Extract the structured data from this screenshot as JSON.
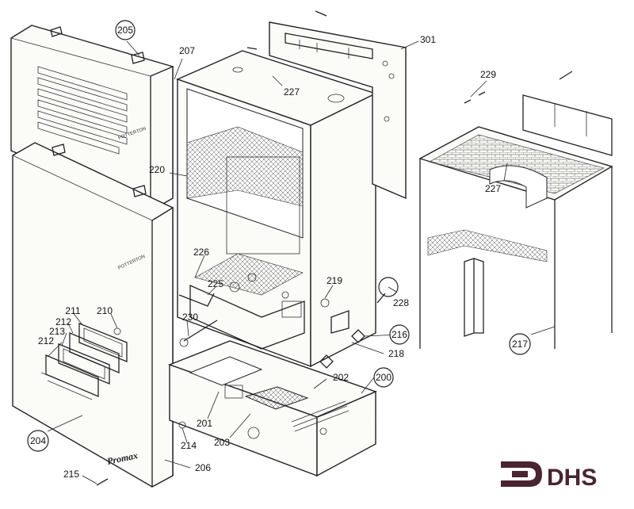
{
  "diagram": {
    "brand_on_panel": "POTTERTON",
    "model_script": "Promax",
    "logo_text": "DHS",
    "colors": {
      "logo": "#4a2430",
      "line": "#222222"
    },
    "callouts": [
      {
        "id": "205",
        "circled": true
      },
      {
        "id": "207",
        "circled": false
      },
      {
        "id": "301",
        "circled": false
      },
      {
        "id": "227",
        "circled": false
      },
      {
        "id": "229",
        "circled": false
      },
      {
        "id": "220",
        "circled": false
      },
      {
        "id": "227",
        "circled": false
      },
      {
        "id": "226",
        "circled": false
      },
      {
        "id": "225",
        "circled": false
      },
      {
        "id": "219",
        "circled": false
      },
      {
        "id": "228",
        "circled": false
      },
      {
        "id": "211",
        "circled": false
      },
      {
        "id": "210",
        "circled": false
      },
      {
        "id": "212",
        "circled": false
      },
      {
        "id": "213",
        "circled": false
      },
      {
        "id": "230",
        "circled": false
      },
      {
        "id": "216",
        "circled": true
      },
      {
        "id": "212",
        "circled": false
      },
      {
        "id": "218",
        "circled": false
      },
      {
        "id": "217",
        "circled": true
      },
      {
        "id": "200",
        "circled": true
      },
      {
        "id": "202",
        "circled": false
      },
      {
        "id": "201",
        "circled": false
      },
      {
        "id": "203",
        "circled": false
      },
      {
        "id": "204",
        "circled": true
      },
      {
        "id": "214",
        "circled": false
      },
      {
        "id": "206",
        "circled": false
      },
      {
        "id": "215",
        "circled": false
      }
    ]
  }
}
